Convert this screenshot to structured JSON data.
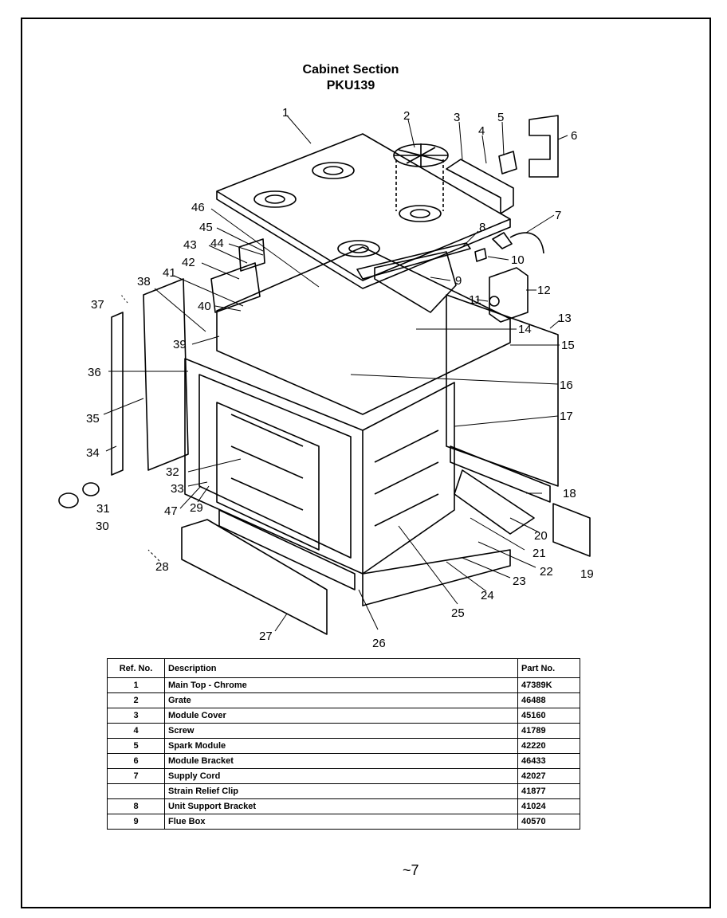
{
  "title": "Cabinet Section",
  "model": "PKU139",
  "callouts": [
    "1",
    "2",
    "3",
    "4",
    "5",
    "6",
    "7",
    "8",
    "9",
    "10",
    "11",
    "12",
    "13",
    "14",
    "15",
    "16",
    "17",
    "18",
    "19",
    "20",
    "21",
    "22",
    "23",
    "24",
    "25",
    "26",
    "27",
    "28",
    "29",
    "30",
    "31",
    "32",
    "33",
    "34",
    "35",
    "36",
    "37",
    "38",
    "39",
    "40",
    "41",
    "42",
    "43",
    "44",
    "45",
    "46",
    "47"
  ],
  "table": {
    "headers": {
      "ref": "Ref. No.",
      "description": "Description",
      "part": "Part No."
    },
    "rows": [
      {
        "ref": "1",
        "description": "Main Top - Chrome",
        "part": "47389K"
      },
      {
        "ref": "2",
        "description": "Grate",
        "part": "46488"
      },
      {
        "ref": "3",
        "description": "Module Cover",
        "part": "45160"
      },
      {
        "ref": "4",
        "description": "Screw",
        "part": "41789"
      },
      {
        "ref": "5",
        "description": "Spark Module",
        "part": "42220"
      },
      {
        "ref": "6",
        "description": "Module Bracket",
        "part": "46433"
      },
      {
        "ref": "7",
        "description": "Supply Cord",
        "part": "42027"
      },
      {
        "ref": "",
        "description": "Strain Relief Clip",
        "part": "41877"
      },
      {
        "ref": "8",
        "description": "Unit Support Bracket",
        "part": "41024"
      },
      {
        "ref": "9",
        "description": "Flue Box",
        "part": "40570"
      }
    ]
  },
  "page_mark": "~7"
}
